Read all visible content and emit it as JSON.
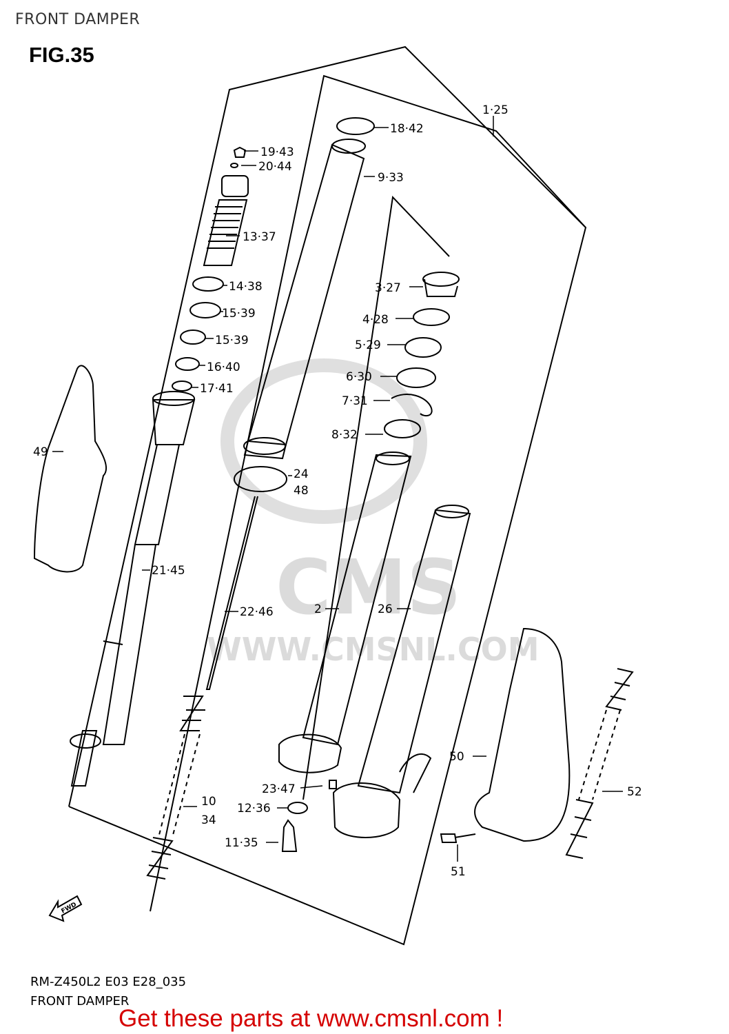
{
  "header": {
    "title": "FRONT DAMPER",
    "fig": "FIG.35"
  },
  "footer": {
    "code": "RM-Z450L2 E03 E28_035",
    "name": "FRONT DAMPER"
  },
  "cta": "Get these parts at www.cmsnl.com !",
  "watermark": {
    "brand": "CMS",
    "url": "WWW.CMSNL.COM"
  },
  "fwd_label": "FWD",
  "labels": [
    "1·25",
    "18·42",
    "19·43",
    "20·44",
    "9·33",
    "13·37",
    "14·38",
    "15·39",
    "15·39",
    "16·40",
    "17·41",
    "3·27",
    "4·28",
    "5·29",
    "6·30",
    "7·31",
    "8·32",
    "49",
    "24",
    "48",
    "21·45",
    "22·46",
    "2",
    "26",
    "50",
    "52",
    "23·47",
    "12·36",
    "10",
    "34",
    "11·35",
    "51"
  ]
}
